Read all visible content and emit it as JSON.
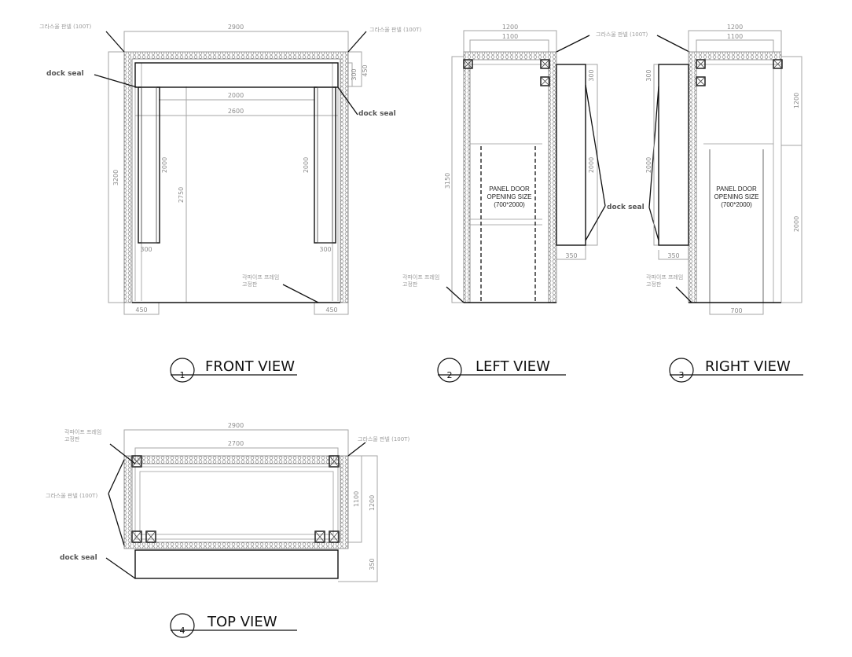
{
  "panel_label": "그라스울 판넬 (100T)",
  "pipe_frame_label_1": "각파이프 프레임",
  "pipe_frame_label_2": "고정판",
  "dock_seal": "dock seal",
  "door_text": [
    "PANEL DOOR",
    "OPENING SIZE",
    "(700*2000)"
  ],
  "views": {
    "front": {
      "number": "1",
      "title": "FRONT VIEW"
    },
    "left": {
      "number": "2",
      "title": "LEFT VIEW"
    },
    "right": {
      "number": "3",
      "title": "RIGHT VIEW"
    },
    "top": {
      "number": "4",
      "title": "TOP VIEW"
    }
  },
  "front_dims": {
    "width": "2900",
    "height": "3200",
    "top_panel": "300",
    "top_seal": "450",
    "inner_w": "2000",
    "outer_w": "2600",
    "left_h": "2000",
    "clear_h": "2750",
    "right_h": "2000",
    "left_w": "300",
    "right_w": "300",
    "base_l": "450",
    "base_r": "450"
  },
  "left_dims": {
    "outer": "1200",
    "inner": "1100",
    "height": "3150",
    "seal_top": "300",
    "seal_h": "2000",
    "seal_w": "350"
  },
  "right_dims": {
    "outer": "1200",
    "inner": "1100",
    "seal_top": "300",
    "seal_h": "2000",
    "side_h": "1200",
    "door_h": "2000",
    "seal_w": "350",
    "door_w": "700"
  },
  "top_dims": {
    "outer": "2900",
    "inner": "2700",
    "depth_in": "1100",
    "depth_out": "1200",
    "seal": "350"
  }
}
